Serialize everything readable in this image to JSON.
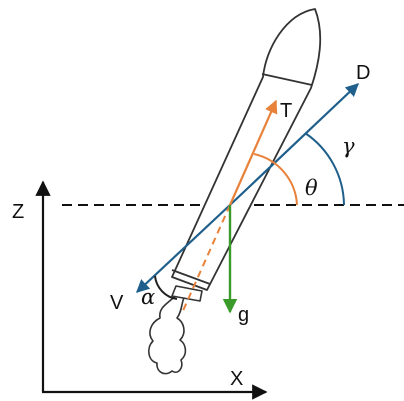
{
  "labels": {
    "z_axis": "Z",
    "x_axis": "X",
    "drag": "D",
    "thrust": "T",
    "velocity": "V",
    "gravity": "g",
    "gamma": "γ",
    "theta": "θ",
    "alpha": "α"
  },
  "colors": {
    "drag_axis": "#1f5f8b",
    "thrust": "#e8823a",
    "gravity": "#3a9a2a",
    "gamma_arc": "#1f5f8b",
    "theta_arc": "#e8823a",
    "alpha_arc": "#222222",
    "outline": "#333333",
    "axes": "#111111",
    "horizon": "#111111"
  }
}
